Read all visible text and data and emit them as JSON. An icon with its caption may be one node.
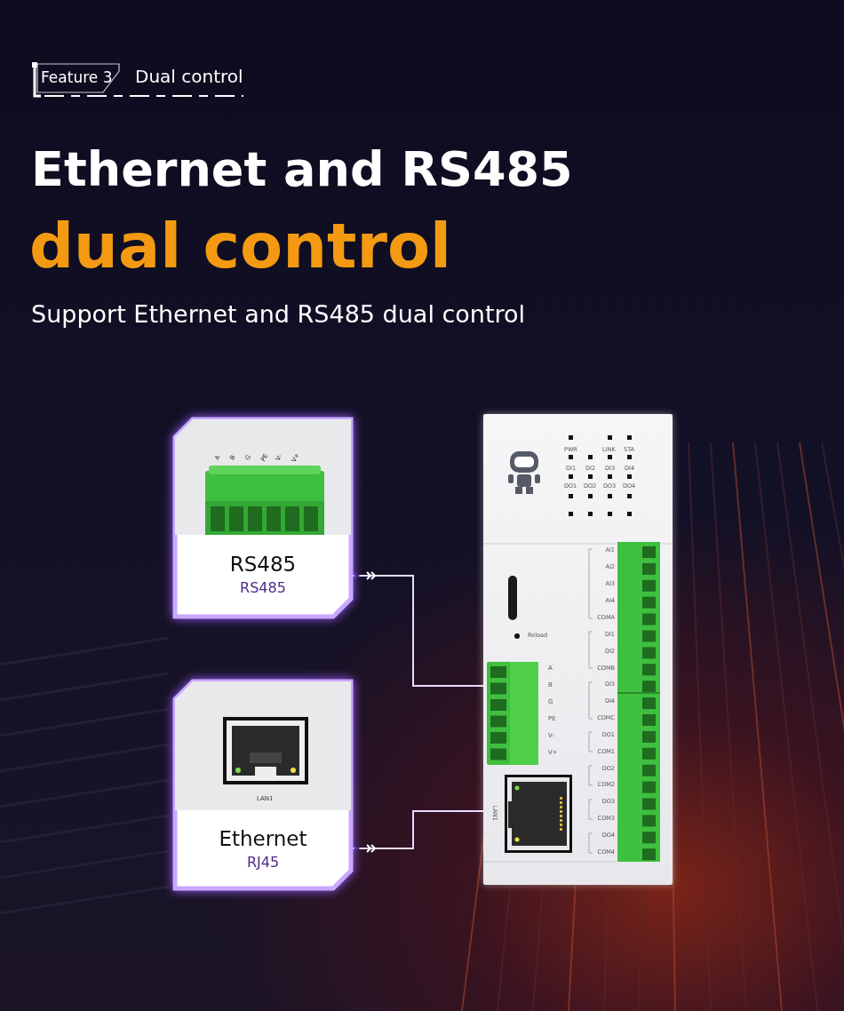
{
  "diagram": {
    "title": "Ethernet and RS485",
    "nodes": [
      {
        "text": [
          "RS485",
          "RS485"
        ]
      },
      {
        "text": [
          "Ethernet",
          "RJ45"
        ]
      },
      {
        "text": [],
        "shape": "picture"
      },
      {
        "text": [],
        "shape": "picture",
        "in": 2
      },
      {
        "text": [],
        "shape": "picture",
        "in": 2
      }
    ],
    "edges": [
      {
        "from": 3,
        "to": 0,
        "arrow": "to"
      },
      {
        "from": 4,
        "to": 1,
        "arrow": "to"
      }
    ],
    "labels": [
      "Feature 3",
      "Dual control",
      "dual control",
      "Support Ethernet and RS485 dual control",
      "A",
      "B",
      "G",
      "PE",
      "V-",
      "V+",
      "LAN1",
      "PWR",
      "LINK",
      "STA",
      "DI1",
      "DI2",
      "DI3",
      "DI4",
      "DO1",
      "DO2",
      "DO3",
      "DO4",
      "AI1",
      "AI2",
      "AI3",
      "AI4",
      "COMA",
      "Reload",
      "DI1",
      "DI2",
      "COMB",
      "DI3",
      "DI4",
      "COMC",
      "DO1",
      "COM1",
      "DO2",
      "COM2",
      "DO3",
      "COM3",
      "DO4",
      "COM4",
      "A",
      "B",
      "G",
      "PE",
      "V-",
      "V+",
      "LAN1"
    ]
  }
}
